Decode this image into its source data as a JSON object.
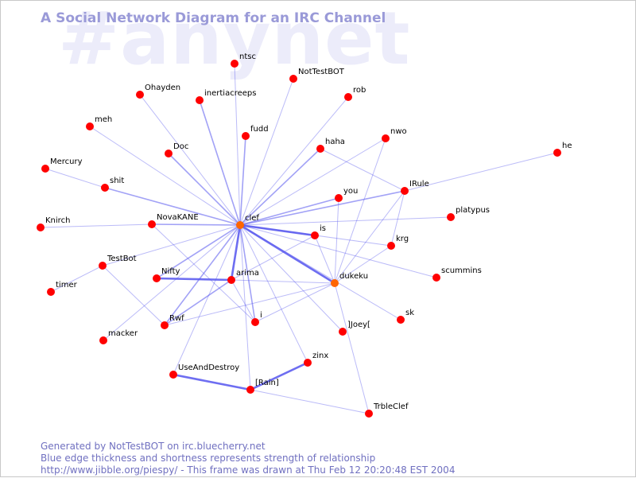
{
  "title": "A Social Network Diagram for an IRC Channel",
  "channel_watermark": "#anynet",
  "footer": {
    "line1": "Generated by NotTestBOT on irc.bluecherry.net",
    "line2": "Blue edge thickness and shortness represents strength of relationship",
    "line3": "http://www.jibble.org/piespy/ - This frame was drawn at Thu Feb 12 20:20:48 EST 2004"
  },
  "colors": {
    "node": "#ff0000",
    "active_node": "#ff6600",
    "edge": "#5555ee",
    "title": "#9a9ad8",
    "watermark": "#ececfa",
    "footer": "#7070c0"
  },
  "nodes": [
    {
      "id": "ntsc",
      "label": "ntsc"
    },
    {
      "id": "nottestbot",
      "label": "NotTestBOT"
    },
    {
      "id": "ohayden",
      "label": "Ohayden"
    },
    {
      "id": "inertiacreeps",
      "label": "inertiacreeps"
    },
    {
      "id": "rob",
      "label": "rob"
    },
    {
      "id": "meh",
      "label": "meh"
    },
    {
      "id": "fudd",
      "label": "fudd"
    },
    {
      "id": "nwo",
      "label": "nwo"
    },
    {
      "id": "haha",
      "label": "haha"
    },
    {
      "id": "he",
      "label": "he"
    },
    {
      "id": "doc",
      "label": "Doc"
    },
    {
      "id": "mercury",
      "label": "Mercury"
    },
    {
      "id": "shit",
      "label": "shit"
    },
    {
      "id": "irule",
      "label": "IRule"
    },
    {
      "id": "you",
      "label": "you"
    },
    {
      "id": "platypus",
      "label": "platypus"
    },
    {
      "id": "knirch",
      "label": "Knirch"
    },
    {
      "id": "novakane",
      "label": "NovaKANE"
    },
    {
      "id": "clef",
      "label": "clef"
    },
    {
      "id": "is",
      "label": "is"
    },
    {
      "id": "krg",
      "label": "krg"
    },
    {
      "id": "testbot",
      "label": "TestBot"
    },
    {
      "id": "scummins",
      "label": "scummins"
    },
    {
      "id": "nifty",
      "label": "Nifty"
    },
    {
      "id": "arima",
      "label": "arima"
    },
    {
      "id": "dukeku",
      "label": "dukeku"
    },
    {
      "id": "timer",
      "label": "timer"
    },
    {
      "id": "sk",
      "label": "sk"
    },
    {
      "id": "rwf",
      "label": "Rwf"
    },
    {
      "id": "i",
      "label": "i"
    },
    {
      "id": "joey",
      "label": "]Joey["
    },
    {
      "id": "macker",
      "label": "macker"
    },
    {
      "id": "zinx",
      "label": "zinx"
    },
    {
      "id": "useanddestroy",
      "label": "UseAndDestroy"
    },
    {
      "id": "rain",
      "label": "[Rain]"
    },
    {
      "id": "trbleclef",
      "label": "TrbleClef"
    }
  ],
  "edges": [
    {
      "a": "clef",
      "b": "ntsc",
      "w": 1
    },
    {
      "a": "clef",
      "b": "nottestbot",
      "w": 1
    },
    {
      "a": "clef",
      "b": "ohayden",
      "w": 1
    },
    {
      "a": "clef",
      "b": "inertiacreeps",
      "w": 2
    },
    {
      "a": "clef",
      "b": "rob",
      "w": 1
    },
    {
      "a": "clef",
      "b": "meh",
      "w": 1
    },
    {
      "a": "clef",
      "b": "fudd",
      "w": 2
    },
    {
      "a": "clef",
      "b": "nwo",
      "w": 1
    },
    {
      "a": "clef",
      "b": "haha",
      "w": 2
    },
    {
      "a": "clef",
      "b": "doc",
      "w": 2
    },
    {
      "a": "clef",
      "b": "shit",
      "w": 2
    },
    {
      "a": "clef",
      "b": "irule",
      "w": 2
    },
    {
      "a": "clef",
      "b": "you",
      "w": 2
    },
    {
      "a": "clef",
      "b": "platypus",
      "w": 1
    },
    {
      "a": "clef",
      "b": "novakane",
      "w": 2
    },
    {
      "a": "clef",
      "b": "is",
      "w": 3
    },
    {
      "a": "clef",
      "b": "krg",
      "w": 1
    },
    {
      "a": "clef",
      "b": "scummins",
      "w": 1
    },
    {
      "a": "clef",
      "b": "nifty",
      "w": 2
    },
    {
      "a": "clef",
      "b": "arima",
      "w": 3
    },
    {
      "a": "clef",
      "b": "dukeku",
      "w": 3
    },
    {
      "a": "clef",
      "b": "rwf",
      "w": 2
    },
    {
      "a": "clef",
      "b": "i",
      "w": 2
    },
    {
      "a": "clef",
      "b": "joey",
      "w": 1
    },
    {
      "a": "clef",
      "b": "macker",
      "w": 1
    },
    {
      "a": "clef",
      "b": "zinx",
      "w": 1
    },
    {
      "a": "clef",
      "b": "useanddestroy",
      "w": 1
    },
    {
      "a": "clef",
      "b": "rain",
      "w": 1
    },
    {
      "a": "clef",
      "b": "sk",
      "w": 1
    },
    {
      "a": "clef",
      "b": "testbot",
      "w": 1
    },
    {
      "a": "mercury",
      "b": "shit",
      "w": 1
    },
    {
      "a": "knirch",
      "b": "novakane",
      "w": 1
    },
    {
      "a": "novakane",
      "b": "i",
      "w": 1
    },
    {
      "a": "testbot",
      "b": "timer",
      "w": 1
    },
    {
      "a": "testbot",
      "b": "rwf",
      "w": 1
    },
    {
      "a": "nifty",
      "b": "arima",
      "w": 3
    },
    {
      "a": "arima",
      "b": "rwf",
      "w": 2
    },
    {
      "a": "arima",
      "b": "i",
      "w": 1
    },
    {
      "a": "arima",
      "b": "dukeku",
      "w": 1
    },
    {
      "a": "arima",
      "b": "is",
      "w": 1
    },
    {
      "a": "dukeku",
      "b": "you",
      "w": 1
    },
    {
      "a": "dukeku",
      "b": "is",
      "w": 1
    },
    {
      "a": "dukeku",
      "b": "irule",
      "w": 1
    },
    {
      "a": "dukeku",
      "b": "nwo",
      "w": 1
    },
    {
      "a": "dukeku",
      "b": "krg",
      "w": 1
    },
    {
      "a": "dukeku",
      "b": "trbleclef",
      "w": 1
    },
    {
      "a": "dukeku",
      "b": "rwf",
      "w": 1
    },
    {
      "a": "dukeku",
      "b": "i",
      "w": 1
    },
    {
      "a": "irule",
      "b": "he",
      "w": 1
    },
    {
      "a": "irule",
      "b": "haha",
      "w": 1
    },
    {
      "a": "irule",
      "b": "krg",
      "w": 1
    },
    {
      "a": "useanddestroy",
      "b": "rain",
      "w": 3
    },
    {
      "a": "rain",
      "b": "zinx",
      "w": 3
    },
    {
      "a": "rain",
      "b": "trbleclef",
      "w": 1
    }
  ]
}
